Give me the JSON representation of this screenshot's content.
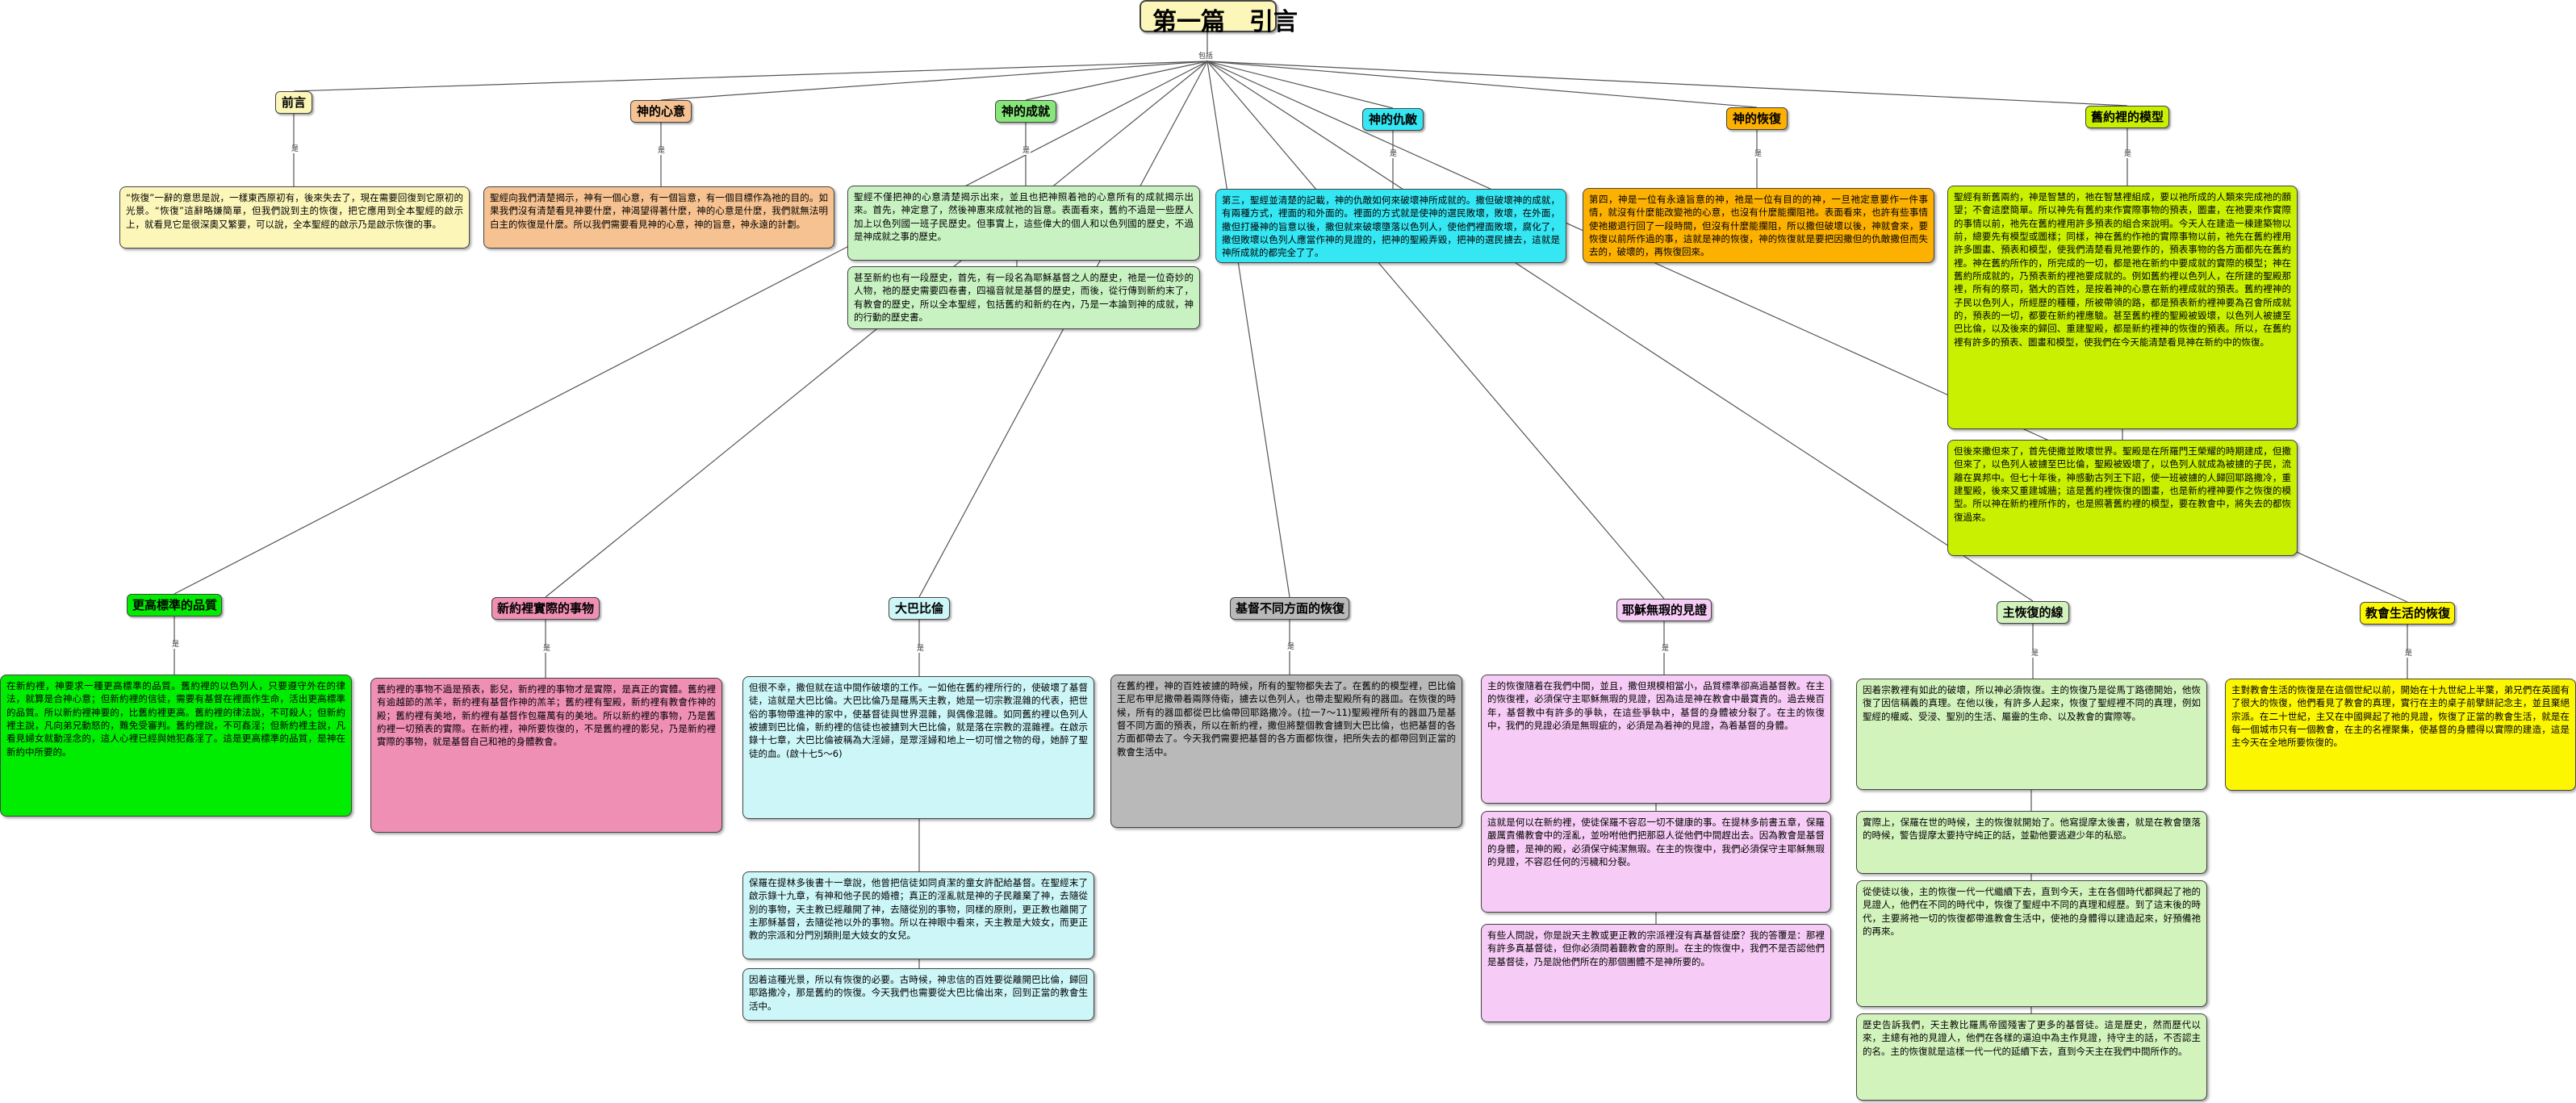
{
  "root": {
    "title": "第一篇　引言",
    "branch_label": "包括"
  },
  "connector_label": "是",
  "branches": [
    {
      "key": "b1",
      "title": "前言",
      "color": "#fcf6b9"
    },
    {
      "key": "b2",
      "title": "神的心意",
      "color": "#f6c291"
    },
    {
      "key": "b3",
      "title": "神的成就",
      "color": "#86e67a"
    },
    {
      "key": "b4",
      "title": "神的仇敵",
      "color": "#35e6f3"
    },
    {
      "key": "b5",
      "title": "神的恢復",
      "color": "#fcb000"
    },
    {
      "key": "b6",
      "title": "舊約裡的模型",
      "color": "#c8f000"
    },
    {
      "key": "b7",
      "title": "更高標準的品質",
      "color": "#00ec00"
    },
    {
      "key": "b8",
      "title": "新約裡實際的事物",
      "color": "#ef8fb4"
    },
    {
      "key": "b9",
      "title": "大巴比倫",
      "color": "#ccf6f8"
    },
    {
      "key": "b10",
      "title": "基督不同方面的恢復",
      "color": "#b9b9b9"
    },
    {
      "key": "b11",
      "title": "耶穌無瑕的見證",
      "color": "#f6cbf5"
    },
    {
      "key": "b12",
      "title": "主恢復的線",
      "color": "#d3f3bd"
    },
    {
      "key": "b13",
      "title": "教會生活的恢復",
      "color": "#fcf600"
    }
  ],
  "texts": {
    "t1": "“恢復”一辭的意思是說，一樣東西原初有，後來失去了，現在需要回復到它原初的光景。“恢復”這辭略嫌簡單，但我們說到主的恢復，把它應用到全本聖經的啟示上，就看見它是很深奧又繁要，可以說，全本聖經的啟示乃是啟示恢復的事。",
    "t2": "聖經向我們清楚揭示，神有一個心意，有一個旨意，有一個目標作為祂的目的。如果我們沒有清楚看見神要什麼，神渴望得著什麼，神的心意是什麼，我們就無法明白主的恢復是什麼。所以我們需要看見神的心意，神的旨意，神永遠的計劃。",
    "t3a": "聖經不僅把神的心意清楚揭示出來，並且也把神照着祂的心意所有的成就揭示出來。首先，神定意了，然後神惠來成就祂的旨意。表面看來，舊約不過是一些歷人加上以色列國一班子民歷史。但事實上，這些偉大的個人和以色列國的歷史，不過是神成就之事的歷史。",
    "t3b": "甚至新約也有一段歷史，首先，有一段名為耶穌基督之人的歷史，祂是一位奇妙的人物，祂的歷史需要四卷書，四福音就是基督的歷史，而後，從行傳到新約末了，有教會的歷史，所以全本聖經，包括舊約和新約在內，乃是一本論到神的成就，神的行動的歷史書。",
    "t4": "第三，聖經並清楚的記載，神的仇敵如何來破壞神所成就的。撒但破壞神的成就，有兩種方式，裡面的和外面的。裡面的方式就是使神的選民敗壞，敗壞，在外面，撒但打擾神的旨意以後，撒但就來破壞墮落以色列人，使他們裡面敗壞，腐化了，撒但敗壞以色列人應當作神的見證的，把神的聖殿弄毀，把神的選民擄去，這就是神所成就的都完全了了。",
    "t5": "第四，神是一位有永遠旨意的神，祂是一位有目的的神，一旦祂定意要作一件事情，就沒有什麼能改變祂的心意，也沒有什麼能攔阻祂。表面看來，也許有些事情使祂撤退行回了一段時間，但沒有什麼能攔阻，所以撒但破壞以後，神就會來，要恢復以前所作過的事，這就是神的恢復，神的恢復就是要把因撒但的仇敵撒但而失去的，破壞的，再恢復回來。",
    "t6": "聖經有新舊兩約，神是智慧的，祂在智慧裡組成，要以祂所成的人類來完成祂的願望；不會這麼簡單。所以神先有舊約來作實際事物的預表，圖畫，在祂要來作實際的事情以前，祂先在舊約裡用許多預表的組合來說明。今天人在建造一棟建築物以前，總要先有模型或圖樣；同樣，神在舊約作祂的實際事物以前，祂先在舊約裡用許多圖畫、預表和模型，使我們清楚看見祂要作的，預表事物的各方面都先在舊約裡。神在舊約所作的，所完成的一切，都是祂在新約中要成就的實際的模型；神在舊約所成就的，乃預表新約裡祂要成就的。例如舊約裡以色列人，在所建的聖殿那裡，所有的祭司，猶大的百姓，是按着神的心意在新約裡成就的預表。舊約裡神的子民以色列人，所經歷的種種，所被帶領的路，都是預表新約裡神要為召會所成就的，預表的一切，都要在新約裡應驗。甚至舊約裡的聖殿被毀壞，以色列人被擄至巴比倫，以及後來的歸回、重建聖殿，都是新約裡神的恢復的預表。所以，在舊約裡有許多的預表、圖畫和模型，使我們在今天能清楚看見神在新約中的恢復。",
    "t6b": "但後來撒但來了，首先使撒並敗壞世界。聖殿是在所羅門王榮耀的時期建成，但撒但來了，以色列人被擄至巴比倫，聖殿被毀壞了，以色列人就成為被擄的子民，流離在異邦中。但七十年後，神感動古列王下詔，使一班被擄的人歸回耶路撒冷，重建聖殿，後來又重建城牆；這是舊約裡恢復的圖畫，也是新約裡神要作之恢復的模型。所以神在新約裡所作的，也是照著舊約裡的模型，要在教會中，將失去的都恢復過來。",
    "t7": "在新約裡，神要求一種更高標準的品質。舊約裡的以色列人，只要遵守外在的律法，就算是合神心意；但新約裡的信徒，需要有基督在裡面作生命，活出更高標準的品質。所以新約裡神要的，比舊約裡更高。舊約裡的律法說，不可殺人；但新約裡主說，凡向弟兄動怒的，難免受審判。舊約裡說，不可姦淫；但新約裡主說，凡看見婦女就動淫念的，這人心裡已經與她犯姦淫了。這是更高標準的品質，是神在新約中所要的。",
    "t8": "舊約裡的事物不過是預表，影兒，新約裡的事物才是實際，是真正的實體。舊約裡有逾越節的羔羊，新約裡有基督作神的羔羊；舊約裡有聖殿，新約裡有教會作神的殿；舊約裡有美地，新約裡有基督作包羅萬有的美地。所以新約裡的事物，乃是舊約裡一切預表的實際。在新約裡，神所要恢復的，不是舊約裡的影兒，乃是新約裡實際的事物，就是基督自己和祂的身體教會。",
    "t9a": "但很不幸，撒但就在這中間作破壞的工作。一如他在舊約裡所行的，使破壞了基督徒，這就是大巴比倫。大巴比倫乃是羅馬天主教，她是一切宗教混雜的代表，把世俗的事物帶進神的家中，使基督徒與世界混雜，與偶像混雜。如同舊約裡以色列人被擄到巴比倫，新約裡的信徒也被擄到大巴比倫，就是落在宗教的混雜裡。在啟示錄十七章，大巴比倫被稱為大淫婦，是眾淫婦和地上一切可憎之物的母，她醉了聖徒的血。(啟十七5～6)",
    "t9b": "保羅在提林多後書十一章說，他曾把信徒如同貞潔的童女許配給基督。在聖經末了啟示錄十九章，有神和他子民的婚禮；真正的淫亂就是神的子民離棄了神，去隨從別的事物，天主教已經離開了神，去隨從別的事物，同樣的原則，更正教也離開了主那稣基督，去隨從祂以外的事物。所以在神眼中看來，天主教是大妓女，而更正教的宗派和分門別類則是大妓女的女兒。",
    "t9c": "因着這種光景，所以有恢復的必要。古時候，神忠信的百姓要從離開巴比倫，歸回耶路撒冷，那是舊約的恢復。今天我們也需要從大巴比倫出來，回到正當的教會生活中。",
    "t10": "在舊約裡，神的百姓被擄的時候，所有的聖物都失去了。在舊約的模型裡，巴比倫王尼布甲尼撒帶着兩隊侍衛，擄去以色列人，也帶走聖殿所有的器皿。在恢復的時候，所有的器皿都從巴比倫帶回耶路撒冷。(拉一7～11)聖殿裡所有的器皿乃是基督不同方面的預表，所以在新約裡，撒但將整個教會擄到大巴比倫，也把基督的各方面都帶去了。今天我們需要把基督的各方面都恢復，把所失去的都帶回到正當的教會生活中。",
    "t11a": "主的恢復隨着在我們中間，並且，撒但規模相當小，品質標準卻高過基督教。在主的恢復裡，必須保守主耶穌無瑕的見證，因為這是神在教會中最寶貴的。過去幾百年，基督教中有許多的爭執，在這些爭執中，基督的身體被分裂了。在主的恢復中，我們的見證必須是無瑕疵的，必須是為着神的見證，為着基督的身體。",
    "t11b": "這就是何以在新約裡，使徒保羅不容忍一切不健康的事。在提林多前書五章，保羅嚴厲責備教會中的淫亂，並吩咐他們把那惡人從他們中間趕出去。因為教會是基督的身體，是神的殿，必須保守純潔無瑕。在主的恢復中，我們必須保守主耶穌無瑕的見證，不容忍任何的污穢和分裂。",
    "t11c": "有些人問說，你是說天主教或更正教的宗派裡沒有真基督徒麼？我的答覆是：那裡有許多真基督徒，但你必須問着聽教會的原則。在主的恢復中，我們不是否認他們是基督徒，乃是說他們所在的那個團體不是神所要的。",
    "t12a": "因着宗教裡有如此的破壞，所以神必須恢復。主的恢復乃是從馬丁路德開始，他恢復了因信稱義的真理。在他以後，有許多人起來，恢復了聖經裡不同的真理，例如聖經的權威、受浸、聖別的生活、屬靈的生命、以及教會的實際等。",
    "t12b": "實際上，保羅在世的時候，主的恢復就開始了。他寫提摩太後書，就是在教會墮落的時候，警告提摩太要持守純正的話，並勸他要逃避少年的私慾。",
    "t12c": "從使徒以後，主的恢復一代一代繼續下去，直到今天，主在各個時代都興起了祂的見證人，他們在不同的時代中，恢復了聖經中不同的真理和經歷。到了這末後的時代，主要將祂一切的恢復都帶進教會生活中，使祂的身體得以建造起來，好預備祂的再來。",
    "t12d": "歷史告訴我們，天主教比羅馬帝國殘害了更多的基督徒。這是歷史，然而歷代以來，主總有祂的見證人，他們在各樣的逼迫中為主作見證，持守主的話，不否認主的名。主的恢復就是這樣一代一代的延續下去，直到今天主在我們中間所作的。",
    "t13": "主對教會生活的恢復是在這個世紀以前，開始在十九世紀上半葉，弟兄們在英國有了很大的恢復，他們看見了教會的真理，實行在主的桌子前擘餅記念主，並且棄絕宗派。在二十世紀，主又在中國興起了祂的見證，恢復了正當的教會生活，就是在每一個城市只有一個教會，在主的名裡聚集，使基督的身體得以實際的建造，這是主今天在全地所要恢復的。"
  }
}
